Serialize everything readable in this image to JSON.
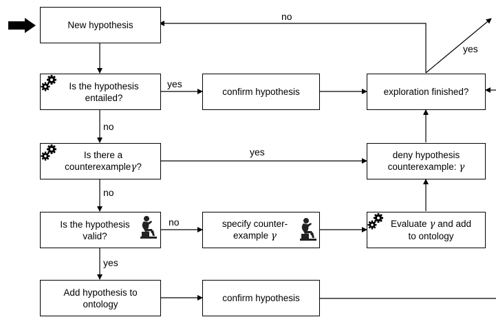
{
  "boxes": {
    "new_hypothesis": "New hypothesis",
    "entailed": "Is the hypothesis\nentailed?",
    "confirm_1": "confirm hypothesis",
    "exploration_finished": "exploration finished?",
    "counterexample_q": "Is there a\ncounterexample",
    "deny": "deny hypothesis\ncounterexample:",
    "valid_q": "Is the hypothesis\nvalid?",
    "specify": "specify counter-\nexample",
    "evaluate": "Evaluate",
    "evaluate_tail": "and add\nto ontology",
    "add_to_ontology": "Add hypothesis to\nontology",
    "confirm_2": "confirm hypothesis"
  },
  "symbols": {
    "gamma": "γ",
    "question_mark": "?"
  },
  "edge_labels": {
    "no_top": "no",
    "yes_exit": "yes",
    "yes_entailed": "yes",
    "no_entailed": "no",
    "yes_counterexample": "yes",
    "no_counterexample": "no",
    "no_valid": "no",
    "yes_valid": "yes"
  },
  "icons": {
    "entry": "black-arrow-icon",
    "gear": "gear-icon",
    "human": "thinker-statue-icon"
  }
}
